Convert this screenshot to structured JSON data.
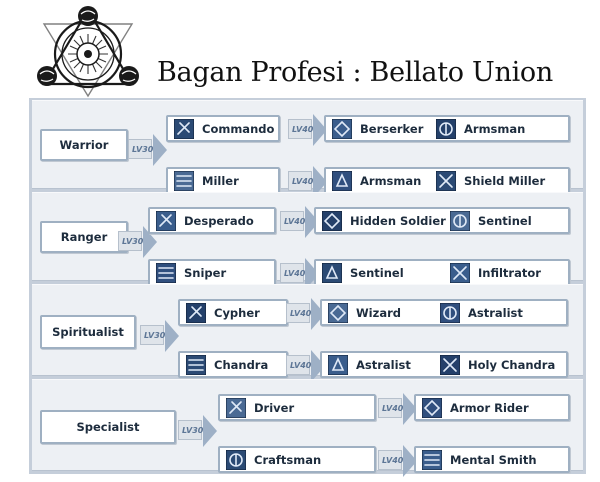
{
  "title": "Bagan Profesi : Bellato Union",
  "emblem": {
    "icon": "bellato-emblem-icon",
    "color": "#1a1a1a"
  },
  "colors": {
    "panel": "#c5ceda",
    "section": "#edf0f4",
    "card_border": "#9fb0c2",
    "arrow": "#9eb0c6",
    "text": "#1d2c3d"
  },
  "sections": [
    {
      "category": "Warrior",
      "tier1_label": "LV30",
      "tier2_label": "LV40",
      "paths": [
        {
          "tier1": {
            "name": "Commando",
            "icon": "commando-icon"
          },
          "tier2": [
            {
              "name": "Berserker",
              "icon": "berserker-icon"
            },
            {
              "name": "Armsman",
              "icon": "armsman-icon"
            }
          ]
        },
        {
          "tier1": {
            "name": "Miller",
            "icon": "miller-icon"
          },
          "tier2": [
            {
              "name": "Armsman",
              "icon": "armsman-icon"
            },
            {
              "name": "Shield Miller",
              "icon": "shield-miller-icon"
            }
          ]
        }
      ]
    },
    {
      "category": "Ranger",
      "tier1_label": "LV30",
      "tier2_label": "LV40",
      "paths": [
        {
          "tier1": {
            "name": "Desperado",
            "icon": "desperado-icon"
          },
          "tier2": [
            {
              "name": "Hidden Soldier",
              "icon": "hidden-soldier-icon"
            },
            {
              "name": "Sentinel",
              "icon": "sentinel-icon"
            }
          ]
        },
        {
          "tier1": {
            "name": "Sniper",
            "icon": "sniper-icon"
          },
          "tier2": [
            {
              "name": "Sentinel",
              "icon": "sentinel-icon"
            },
            {
              "name": "Infiltrator",
              "icon": "infiltrator-icon"
            }
          ]
        }
      ]
    },
    {
      "category": "Spiritualist",
      "tier1_label": "LV30",
      "tier2_label": "LV40",
      "paths": [
        {
          "tier1": {
            "name": "Cypher",
            "icon": "cypher-icon"
          },
          "tier2": [
            {
              "name": "Wizard",
              "icon": "wizard-icon"
            },
            {
              "name": "Astralist",
              "icon": "astralist-icon"
            }
          ]
        },
        {
          "tier1": {
            "name": "Chandra",
            "icon": "chandra-icon"
          },
          "tier2": [
            {
              "name": "Astralist",
              "icon": "astralist-icon"
            },
            {
              "name": "Holy Chandra",
              "icon": "holy-chandra-icon"
            }
          ]
        }
      ]
    },
    {
      "category": "Specialist",
      "tier1_label": "LV30",
      "tier2_label": "LV40",
      "paths": [
        {
          "tier1": {
            "name": "Driver",
            "icon": "driver-icon"
          },
          "tier2": [
            {
              "name": "Armor Rider",
              "icon": "armor-rider-icon"
            }
          ]
        },
        {
          "tier1": {
            "name": "Craftsman",
            "icon": "craftsman-icon"
          },
          "tier2": [
            {
              "name": "Mental Smith",
              "icon": "mental-smith-icon"
            }
          ]
        }
      ]
    }
  ]
}
